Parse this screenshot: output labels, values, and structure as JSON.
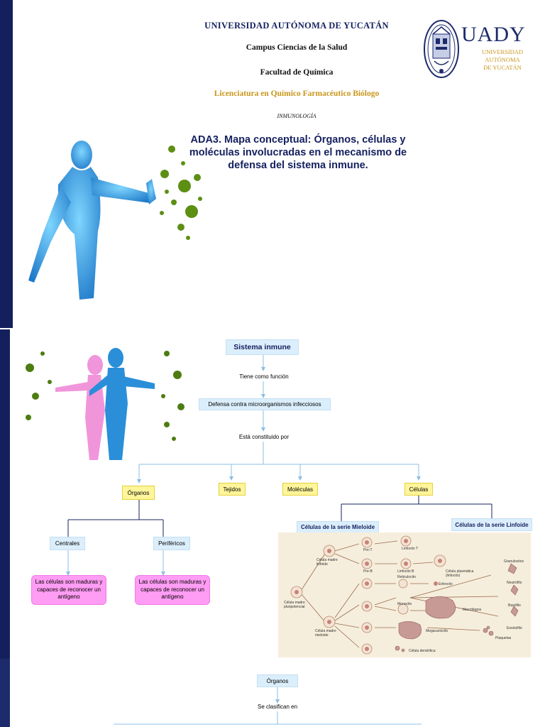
{
  "header": {
    "university": "UNIVERSIDAD AUTÓNOMA DE YUCATÁN",
    "campus": "Campus Ciencias de la Salud",
    "faculty": "Facultad de Química",
    "degree": "Licenciatura en Químico Farmacéutico Biólogo",
    "course": "INMUNOLOGÍA",
    "title": "ADA3. Mapa conceptual: Órganos, células y moléculas involucradas en el mecanismo de defensa del sistema inmune."
  },
  "logo": {
    "brand": "UADY",
    "line1": "UNIVERSIDAD",
    "line2": "AUTÓNOMA",
    "line3": "DE YUCATÁN"
  },
  "map": {
    "root": "Sistema inmune",
    "link1": "Tiene como función",
    "function": "Defensa contra microorganismos infecciosos",
    "link2": "Está constituido por",
    "organos": "Órganos",
    "tejidos": "Tejidos",
    "moleculas": "Moléculas",
    "celulas": "Células",
    "centrales": "Centrales",
    "perifericos": "Periféricos",
    "centrales_desc": "Las células son maduras y capaces de reconocer un antígeno",
    "perifericos_desc": "Las células son maduras y capaces de reconocer un antígeno",
    "mieloide": "Células de la serie Mieloide",
    "linfoide": "Células de la serie Linfoide"
  },
  "cells_diagram": {
    "labels": [
      "Pre-T",
      "Linfocito T",
      "Célula madre linfoide",
      "Pre-B",
      "Linfocito B",
      "Reticulocito",
      "Eritrocito",
      "Célula plasmática (linfocito)",
      "Granulocitos",
      "Neutrófilo",
      "Basófilo",
      "Eosinófilo",
      "Célula madre pluripotencial",
      "Monocito",
      "Macrófagos",
      "Célula madre mieloide",
      "Megacariocito",
      "Plaquetas",
      "Célula dendrítica"
    ]
  },
  "map2": {
    "organos": "Órganos",
    "link": "Se clasifican en"
  },
  "colors": {
    "navy": "#14205e",
    "gold": "#c9961a",
    "box_blue": "#dbeefb",
    "box_yellow": "#fff59a",
    "box_pink": "#ff9cf4",
    "arrow": "#8bbfe4"
  }
}
